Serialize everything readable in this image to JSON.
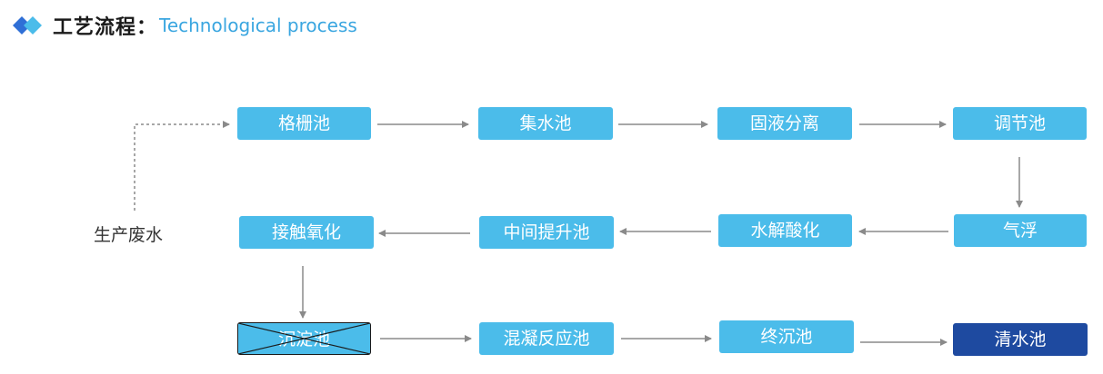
{
  "header": {
    "title_cn": "工艺流程：",
    "title_en": "Technological process",
    "icon": "double-diamond-icon",
    "accent_color": "#3aa6e0"
  },
  "source": {
    "label": "生产废水"
  },
  "steps": [
    {
      "id": "geshanchi",
      "label": "格栅池"
    },
    {
      "id": "jishuichi",
      "label": "集水池"
    },
    {
      "id": "guyefenli",
      "label": "固液分离"
    },
    {
      "id": "tiaojiechi",
      "label": "调节池"
    },
    {
      "id": "qifu",
      "label": "气浮"
    },
    {
      "id": "shuijiesuanhua",
      "label": "水解酸化"
    },
    {
      "id": "zhongjiantishengchi",
      "label": "中间提升池"
    },
    {
      "id": "jiechuyanghua",
      "label": "接触氧化"
    },
    {
      "id": "chendianchi",
      "label": "沉淀池",
      "crossed_out": true
    },
    {
      "id": "hunningfanyingchi",
      "label": "混凝反应池"
    },
    {
      "id": "zhongchenchi",
      "label": "终沉池"
    },
    {
      "id": "qingshuichi",
      "label": "清水池",
      "final": true
    }
  ],
  "colors": {
    "box": "#4bbcea",
    "final_box": "#1e4aa0",
    "arrow": "#8a8a8a"
  }
}
